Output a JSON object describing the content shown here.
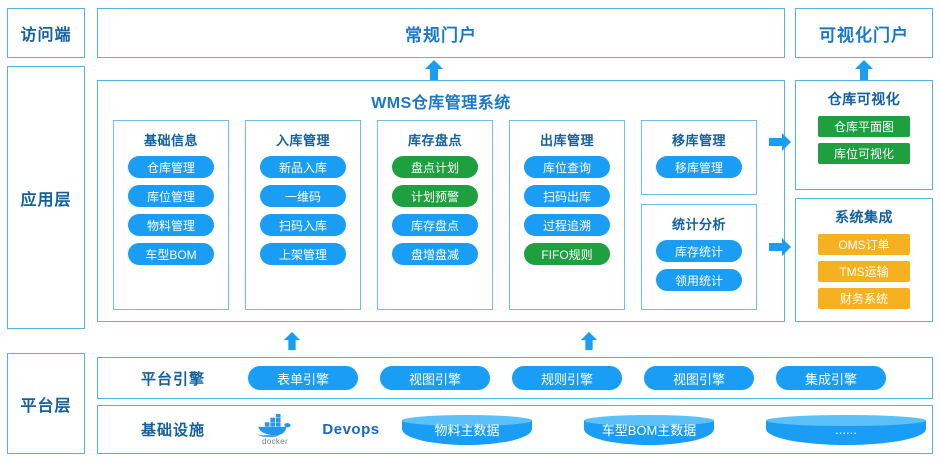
{
  "layers": [
    {
      "key": "access",
      "label": "访问端"
    },
    {
      "key": "application",
      "label": "应用层"
    },
    {
      "key": "platform",
      "label": "平台层"
    }
  ],
  "access": {
    "normal_portal": "常规门户",
    "visual_portal": "可视化门户"
  },
  "application": {
    "title": "WMS仓库管理系统",
    "modules": [
      {
        "name": "基础信息",
        "items": [
          {
            "label": "仓库管理",
            "color": "blue"
          },
          {
            "label": "库位管理",
            "color": "blue"
          },
          {
            "label": "物料管理",
            "color": "blue"
          },
          {
            "label": "车型BOM",
            "color": "blue"
          }
        ]
      },
      {
        "name": "入库管理",
        "items": [
          {
            "label": "新品入库",
            "color": "blue"
          },
          {
            "label": "一维码",
            "color": "blue"
          },
          {
            "label": "扫码入库",
            "color": "blue"
          },
          {
            "label": "上架管理",
            "color": "blue"
          }
        ]
      },
      {
        "name": "库存盘点",
        "items": [
          {
            "label": "盘点计划",
            "color": "green"
          },
          {
            "label": "计划预警",
            "color": "green"
          },
          {
            "label": "库存盘点",
            "color": "blue"
          },
          {
            "label": "盘增盘减",
            "color": "blue"
          }
        ]
      },
      {
        "name": "出库管理",
        "items": [
          {
            "label": "库位查询",
            "color": "blue"
          },
          {
            "label": "扫码出库",
            "color": "blue"
          },
          {
            "label": "过程追溯",
            "color": "blue"
          },
          {
            "label": "FIFO规则",
            "color": "green"
          }
        ]
      },
      {
        "name": "移库管理",
        "items": [
          {
            "label": "移库管理",
            "color": "blue"
          }
        ]
      },
      {
        "name": "统计分析",
        "items": [
          {
            "label": "库存统计",
            "color": "blue"
          },
          {
            "label": "领用统计",
            "color": "blue"
          }
        ]
      }
    ],
    "side_panels": [
      {
        "name": "仓库可视化",
        "items": [
          {
            "label": "仓库平面图",
            "color": "green"
          },
          {
            "label": "库位可视化",
            "color": "green"
          }
        ]
      },
      {
        "name": "系统集成",
        "items": [
          {
            "label": "OMS订单",
            "color": "orange"
          },
          {
            "label": "TMS运输",
            "color": "orange"
          },
          {
            "label": "财务系统",
            "color": "orange"
          }
        ]
      }
    ]
  },
  "platform": {
    "engine_row_label": "平台引擎",
    "engines": [
      {
        "label": "表单引擎"
      },
      {
        "label": "视图引擎"
      },
      {
        "label": "规则引擎"
      },
      {
        "label": "视图引擎"
      },
      {
        "label": "集成引擎"
      }
    ],
    "infra_row_label": "基础设施",
    "docker_label": "docker",
    "devops_label": "Devops",
    "databases": [
      {
        "label": "物料主数据"
      },
      {
        "label": "车型BOM主数据"
      },
      {
        "label": "......"
      }
    ]
  },
  "colors": {
    "blue_pill": "#1a9ef5",
    "green": "#1fa040",
    "orange": "#f5b120",
    "border": "#52b3e8",
    "title_text": "#13609f",
    "arrow": "#1a9ef5"
  }
}
